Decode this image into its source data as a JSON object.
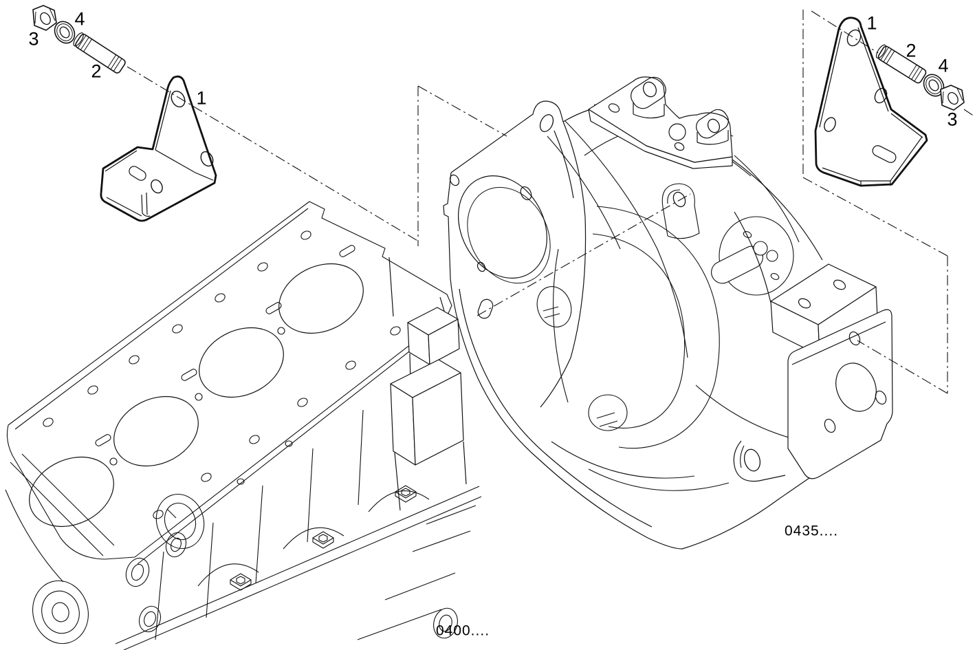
{
  "diagram": {
    "background": "#ffffff",
    "line_color": "#111111",
    "callouts": {
      "left": [
        "1",
        "2",
        "3",
        "4"
      ],
      "right": [
        "1",
        "2",
        "3",
        "4"
      ]
    },
    "references": {
      "engine_block": "0400....",
      "flywheel_housing": "0435...."
    }
  }
}
